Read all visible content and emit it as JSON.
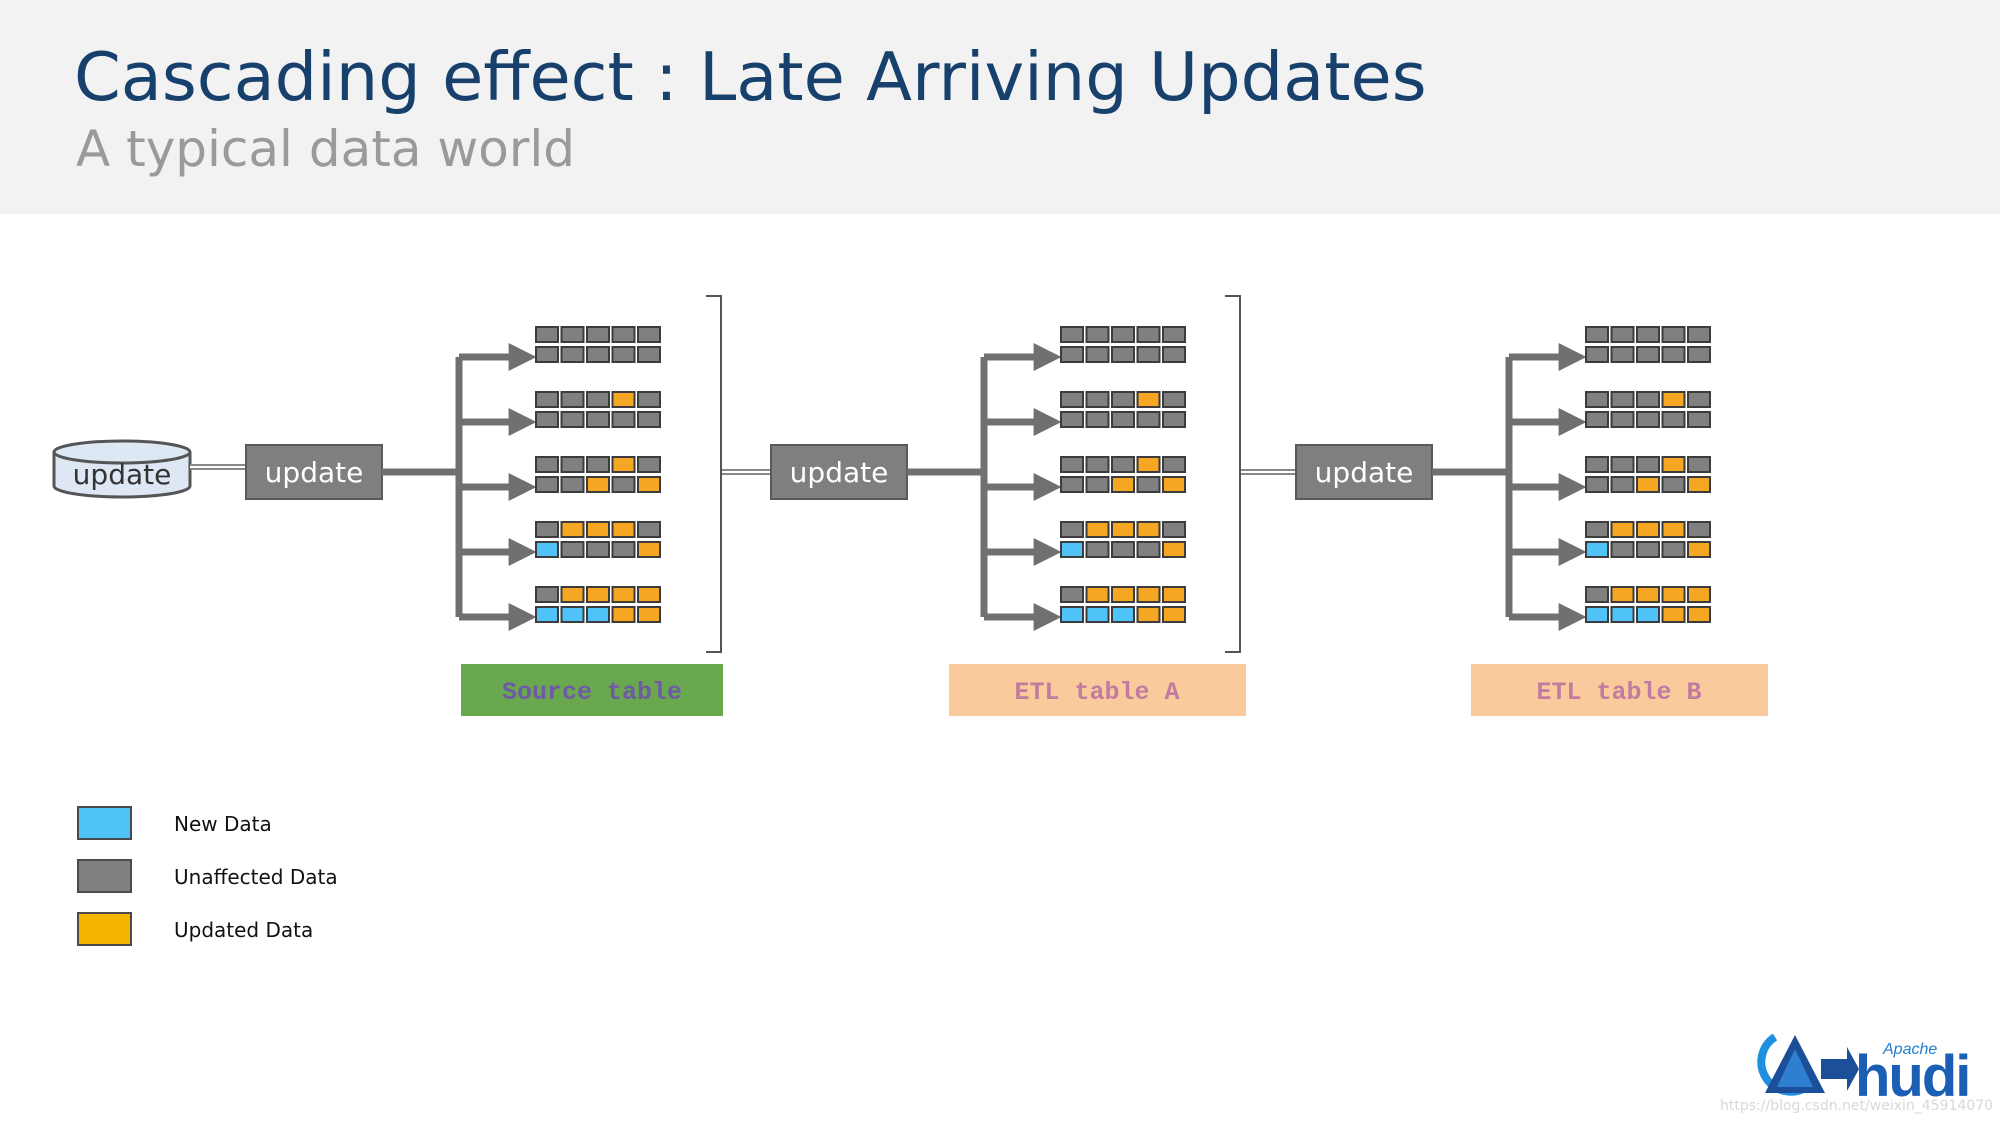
{
  "header": {
    "title": "Cascading effect : Late Arriving Updates",
    "subtitle": "A typical data world"
  },
  "diagram": {
    "source_cylinder_label": "update",
    "update_boxes": [
      "update",
      "update",
      "update"
    ],
    "table_labels": [
      {
        "text": "Source table",
        "bg": "#6aa84f",
        "fg": "#6f5aa6"
      },
      {
        "text": "ETL table A",
        "bg": "#f9cb9c",
        "fg": "#c27ba0"
      },
      {
        "text": "ETL table B",
        "bg": "#f9cb9c",
        "fg": "#c27ba0"
      }
    ],
    "tables": [
      [
        [
          "GGGGG",
          "GGGGG"
        ],
        [
          "GGGOG",
          "GGGGG"
        ],
        [
          "GGGOG",
          "GGOGO"
        ],
        [
          "GOOOG",
          "BGGGO"
        ],
        [
          "GOOOO",
          "BBBOO"
        ]
      ],
      [
        [
          "GGGGG",
          "GGGGG"
        ],
        [
          "GGGOG",
          "GGGGG"
        ],
        [
          "GGGOG",
          "GGOGO"
        ],
        [
          "GOOOG",
          "BGGGO"
        ],
        [
          "GOOOO",
          "BBBOO"
        ]
      ],
      [
        [
          "GGGGG",
          "GGGGG"
        ],
        [
          "GGGOG",
          "GGGGG"
        ],
        [
          "GGGOG",
          "GGOGO"
        ],
        [
          "GOOOG",
          "BGGGO"
        ],
        [
          "GOOOO",
          "BBBOO"
        ]
      ]
    ]
  },
  "legend": [
    {
      "label": "New Data",
      "color": "#4fc3f7"
    },
    {
      "label": "Unaffected Data",
      "color": "#808080"
    },
    {
      "label": "Updated Data",
      "color": "#f5b400"
    }
  ],
  "colors": {
    "new": "#4fc3f7",
    "unaffected": "#808080",
    "updated": "#f5a623",
    "arrow": "#707070",
    "box": "#7f7f7f"
  },
  "logo": {
    "apache": "Apache",
    "hudi": "hudi"
  },
  "watermark": "https://blog.csdn.net/weixin_45914070"
}
